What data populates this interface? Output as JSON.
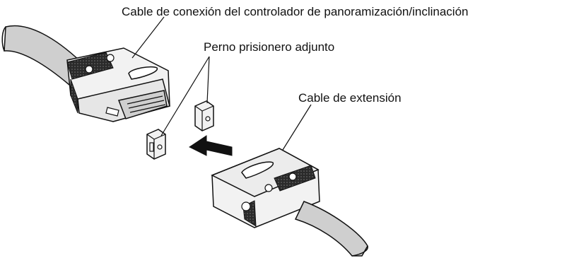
{
  "labels": {
    "controller_cable": "Cable de conexión del controlador de panoramización/inclinación",
    "thumbscrew": "Perno prisionero adjunto",
    "extension_cable": "Cable de extensión"
  },
  "colors": {
    "cable_fill": "#cfcfcf",
    "body_fill": "#f2f2f2",
    "dark_grip": "#2a2a2a",
    "line": "#111111",
    "arrow": "#111111"
  }
}
